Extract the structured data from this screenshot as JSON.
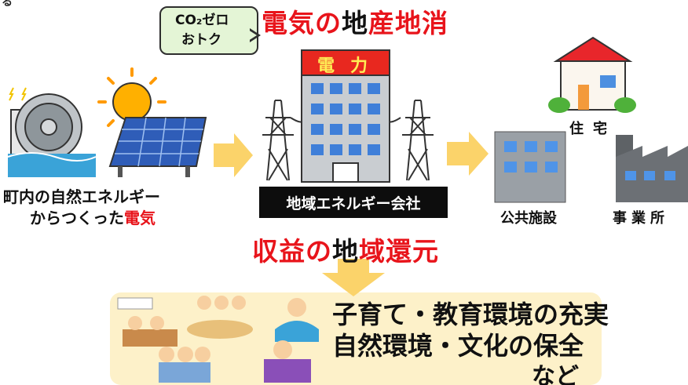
{
  "fragment_text": "る",
  "bubble": {
    "line1": "CO₂ゼロ",
    "line2": "おトク"
  },
  "titles": {
    "local_production": {
      "red1": "電気の",
      "black": "地",
      "red2": "産地消"
    },
    "profit_return": {
      "red1": "収益の",
      "black": "地",
      "red2": "域還元"
    }
  },
  "building_sign": "電力",
  "company_label": "地域エネルギー会社",
  "source": {
    "line1": "町内の自然エネルギー",
    "line2_prefix": "からつくった",
    "line2_red": "電気"
  },
  "destinations": {
    "house": "住宅",
    "public": "公共施設",
    "business": "事業所"
  },
  "benefits": {
    "line1": "子育て・教育環境の充実",
    "line2": "自然環境・文化の保全",
    "line3": "など"
  },
  "colors": {
    "red": "#e8141b",
    "arrow": "#fbd36a",
    "box": "#fdf1c9",
    "bubble": "#e4f5d6"
  }
}
